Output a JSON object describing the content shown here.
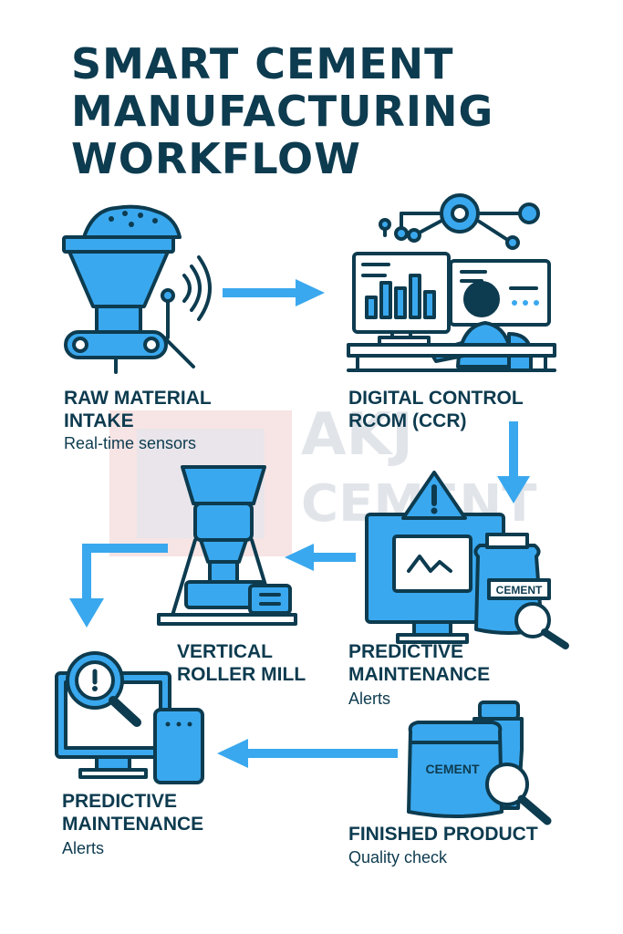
{
  "title": [
    "SMART CEMENT",
    "MANUFACTURING",
    "WORKFLOW"
  ],
  "watermark": {
    "line1": "AKJ",
    "line2": "CEMENT"
  },
  "steps": [
    {
      "id": "raw-material",
      "title": [
        "RAW MATERIAL",
        "INTAKE"
      ],
      "subtitle": "Real-time sensors",
      "icon": "hopper-conveyor-icon"
    },
    {
      "id": "digital-control",
      "title": [
        "DIGITAL CONTROL",
        "RCOM (CCR)"
      ],
      "subtitle": "",
      "icon": "control-room-icon"
    },
    {
      "id": "predictive-1",
      "title": [
        "PREDICTIVE",
        "MAINTENANCE"
      ],
      "subtitle": "Alerts",
      "icon": "monitor-alert-bag-icon",
      "bag_label": "CEMENT"
    },
    {
      "id": "vertical-mill",
      "title": [
        "VERTICAL",
        "ROLLER MILL"
      ],
      "subtitle": "",
      "icon": "roller-mill-icon"
    },
    {
      "id": "predictive-2",
      "title": [
        "PREDICTIVE",
        "MAINTENANCE"
      ],
      "subtitle": "Alerts",
      "icon": "monitor-search-icon"
    },
    {
      "id": "finished-product",
      "title": [
        "FINISHED PRODUCT"
      ],
      "subtitle": "Quality check",
      "icon": "cement-bag-search-icon",
      "bag_label": "CEMENT"
    }
  ],
  "colors": {
    "accent": "#3aa8ee",
    "dark": "#0d3b4f"
  }
}
